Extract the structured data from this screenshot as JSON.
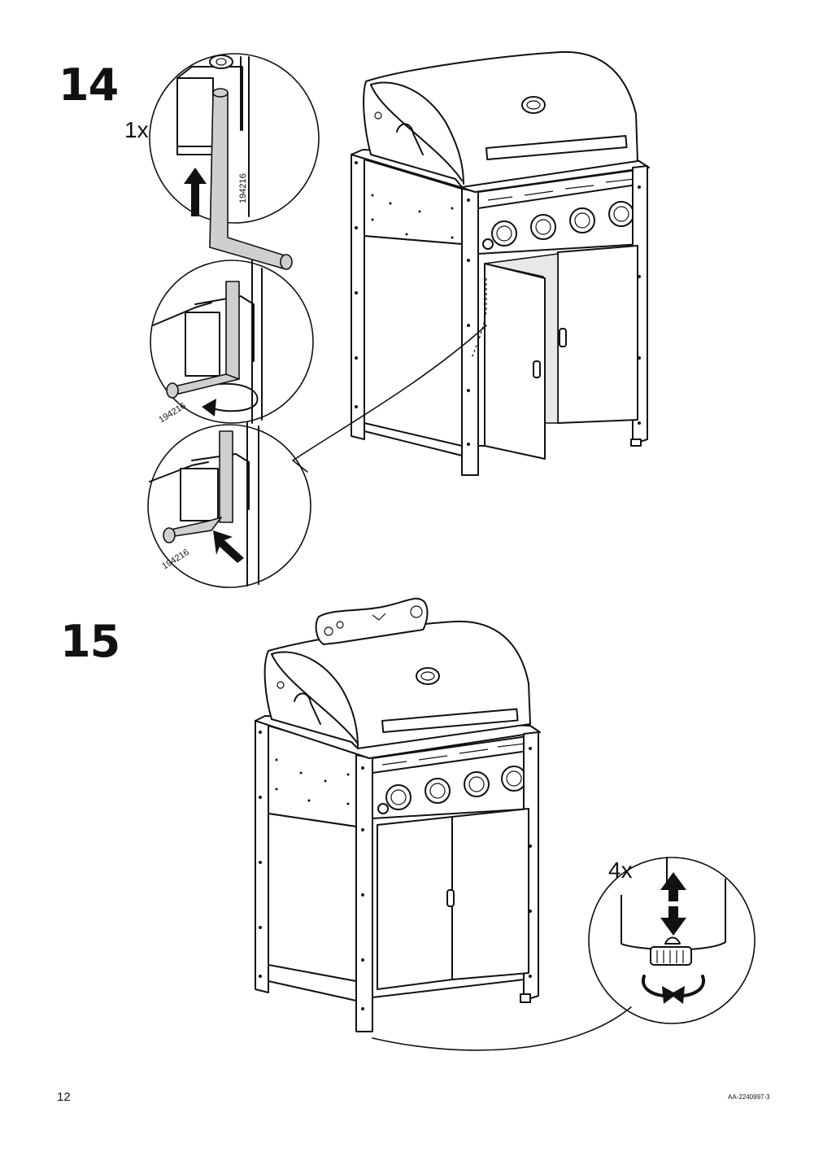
{
  "steps": [
    {
      "number": "14",
      "quantity": "1x",
      "part_ids": [
        "194216",
        "194216",
        "194216"
      ]
    },
    {
      "number": "15",
      "quantity": "4x"
    }
  ],
  "footer": {
    "page_number": "12",
    "document_code": "AA-2240997-3"
  }
}
